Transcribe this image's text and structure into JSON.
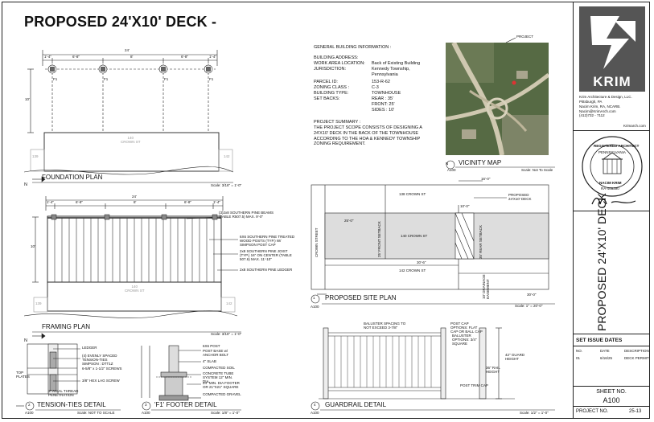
{
  "sheet": {
    "title": "PROPOSED 24'X10' DECK  -",
    "side_title": "PROPOSED 24'X10' DECK"
  },
  "foundation_plan": {
    "title": "FOUNDATION PLAN",
    "scale": "Scale: 3/16\" = 1'-0\"",
    "dim_total": "24'",
    "dims": [
      "1'-4\"",
      "6'-8\"",
      "8'",
      "6'-8\"",
      "1'-4\""
    ],
    "post_labels": [
      "F1",
      "F1",
      "F1",
      "F1"
    ],
    "side_dim": "10'",
    "street": "140\nCROWN ST",
    "left_tag": "139",
    "right_tag": "142",
    "north": "N"
  },
  "framing_plan": {
    "title": "FRAMING PLAN",
    "scale": "Scale: 3/16\" = 1'-0\"",
    "dim_total": "24'",
    "dims": [
      "1'-4\"",
      "6'-8\"",
      "8'",
      "6'-8\"",
      "1'-4\""
    ],
    "side_dim": "10'",
    "street": "140\nCROWN ST",
    "left_tag": "139",
    "right_tag": "142",
    "north": "N",
    "notes": [
      "(3)2x8 SOUTHERN PINE BEAMS (TABLE R507.5) MAX. 9'-0\"",
      "6X6 SOUTHERN PINE TREATED WOOD POSTS (TYP.) W/ SIMPSON POST CAP",
      "2x8 SOUTHERN PINE JOIST (TYP.) 16\" ON CENTER (TABLE 507.6) MAX. 11'-10\"",
      "2x8 SOUTHERN PINE LEDGER"
    ]
  },
  "info": {
    "heading": "GENERAL BUILDING INFORMATION :",
    "rows": [
      {
        "label": "BUILDING ADDRESS:",
        "value": ""
      },
      {
        "label": "WORK AREA LOCATION:",
        "value": "Back of Existing Building"
      },
      {
        "label": "JURISDICTION:",
        "value": "Kennedy Township,"
      },
      {
        "label": "",
        "value": "Pennsylvania"
      },
      {
        "label": "PARCEL ID:",
        "value": "153-R-62"
      },
      {
        "label": "ZONING CLASS :",
        "value": "C-3"
      },
      {
        "label": "BUILDING TYPE:",
        "value": "TOWNHOUSE"
      },
      {
        "label": "SET BACKS:",
        "value": "REAR : 35'"
      },
      {
        "label": "",
        "value": "FRONT: 25'"
      },
      {
        "label": "",
        "value": "SIDES : 10'"
      }
    ],
    "summary_heading": "PROJECT SUMMARY :",
    "summary_lines": [
      "THE PROJECT SCOPE CONSISTS OF DESIGNING A",
      "24'X10' DECK IN THE BACK OF THE TOWNHOUSE",
      "ACCORDING TO THE HOA & KENNEDY TOWNSHIP",
      "ZONING REQUIREMENT."
    ]
  },
  "vicinity": {
    "title": "VICINITY MAP",
    "project_label": "PROJECT",
    "scale": "Scale: Not To Scale",
    "sheet_ref": "A100",
    "north": "N"
  },
  "site_plan": {
    "title": "PROPOSED SITE PLAN",
    "number": "1",
    "sheet_ref": "A100",
    "scale": "Scale: 1\" = 20'-0\"",
    "street_top": "138  CROWN ST",
    "street_mid": "140  CROWN ST",
    "street_bot": "142  CROWN ST",
    "street_left": "CROWN STREET",
    "dim_top": "16'-0\"",
    "dim_top2": "10'-0\"",
    "dim_left": "25'-0\"",
    "dim_rear": "30'-6\"",
    "dim_bottom": "30'-0\"",
    "setback_front": "25' FRONT SETBACK",
    "setback_rear": "35' REAR SETBACK",
    "drain": "10' DRAINAGE EASEMENT",
    "proposed": "PROPOSED\n24'X10' DECK",
    "north": "N"
  },
  "tension": {
    "number": "2",
    "title": "TENSION-TIES DETAIL",
    "sheet_ref": "A100",
    "scale": "Scale: NOT TO SCALE",
    "notes": [
      "LEDGER",
      "(4) EVENLY SPACED TENSION-TIES SIMPSON : DTT1Z",
      "6-5/8\" x 1-1/2\" SCREWS",
      "TOP PLATES",
      "3/8\" HEX LAG SCREW",
      "3\" AXIAL THREAD PENETRATION"
    ]
  },
  "footer": {
    "number": "3",
    "title": "'F1' FOOTER DETAIL",
    "sheet_ref": "A100",
    "scale": "Scale: 1/8\" = 1'-0\"",
    "notes": [
      "6X6 POST",
      "POST BASE w/ ANCHOR BOLT",
      "4\" SLAB",
      "COMPACTED SOIL",
      "CONCRETE TUBE SYSTEM 12\" MIN. DIA.",
      "24\" MIN. DIA FOOTER OR 21\"X21\" SQUARE",
      "COMPACTED GRAVEL"
    ]
  },
  "guardrail": {
    "number": "4",
    "title": "GUARDRAIL DETAIL",
    "sheet_ref": "A100",
    "scale": "Scale: 1/2\" = 1'-0\"",
    "notes": [
      "BALUSTER SPACING TO NOT EXCEED 3-7/8\"",
      "POST CAP OPTIONS: FLAT CAP OR BALL CAP",
      "BALUSTER OPTIONS: 3/4\" SQUARE",
      "42\" GUARD HEIGHT",
      "36\" RAIL HEIGHT",
      "POST TRIM CAP"
    ]
  },
  "titleblock": {
    "logo_text": "KRIM",
    "firm": "Krim Architecture & Design, LLC.",
    "city": "Pittsburgh, PA",
    "person": "Nacim Krim, RA, NCARB.",
    "email": "Nacim@KrimArch.com",
    "phone": "(412)732 - 7112",
    "site": "Krimarch.com",
    "stamp_lines": [
      "REGISTERED ARCHITECT",
      "PENNSYLVANIA",
      "NACIM KRIM",
      "RA-405390"
    ],
    "issue_heading": "SET ISSUE DATES",
    "issue_cols": [
      "NO.",
      "DATE",
      "DESCRIPTION"
    ],
    "issue_rows": [
      [
        "01",
        "6/16/25",
        "DECK PERMIT"
      ]
    ],
    "sheet_no_label": "SHEET NO.",
    "sheet_no": "A100",
    "project_no_label": "PROJECT NO.",
    "project_no": "25-13"
  }
}
